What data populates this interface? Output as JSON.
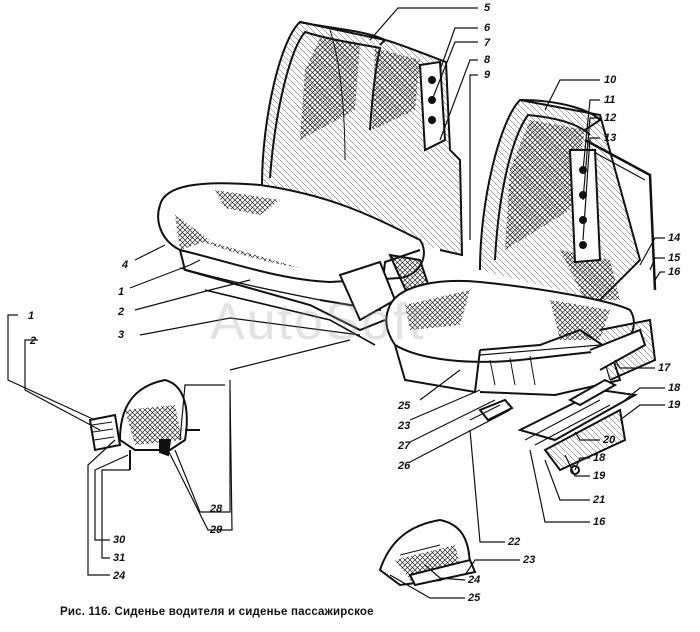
{
  "caption": "Рис. 116. Сиденье водителя и сиденье пассажирское",
  "watermark": "AutoSoft",
  "callouts": [
    "1",
    "2",
    "3",
    "4",
    "5",
    "6",
    "7",
    "8",
    "9",
    "10",
    "11",
    "12",
    "13",
    "14",
    "15",
    "16",
    "17",
    "18",
    "19",
    "20",
    "21",
    "22",
    "23",
    "24",
    "25",
    "26",
    "27",
    "28",
    "29",
    "30",
    "31"
  ]
}
